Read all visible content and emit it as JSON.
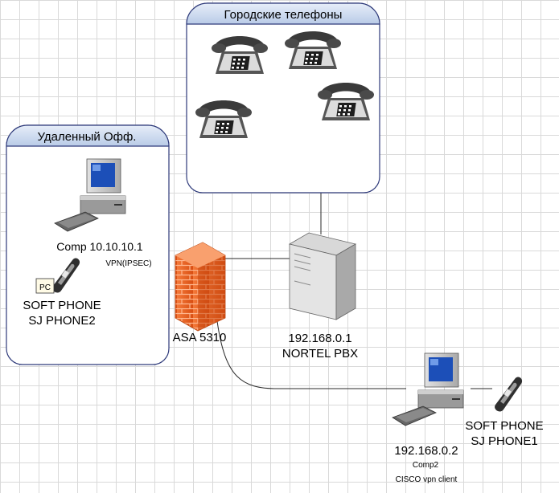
{
  "groups": {
    "city_phones": {
      "title": "Городские телефоны"
    },
    "remote_office": {
      "title": "Удаленный Офф."
    }
  },
  "nodes": {
    "remote_comp": {
      "label": "Comp 10.10.10.1"
    },
    "vpn_link": {
      "label": "VPN(IPSEC)"
    },
    "pc_tag": {
      "label": "PC"
    },
    "softphone2": {
      "line1": "SOFT PHONE",
      "line2": "SJ PHONE2"
    },
    "asa": {
      "label": "ASA 5310"
    },
    "pbx": {
      "line1": "192.168.0.1",
      "line2": "NORTEL PBX"
    },
    "comp2": {
      "ip": "192.168.0.2",
      "name": "Comp2",
      "client": "CISCO vpn client"
    },
    "softphone1": {
      "line1": "SOFT PHONE",
      "line2": "SJ PHONE1"
    }
  },
  "colors": {
    "group_header": "#c9d8ee",
    "group_border": "#2e3a7a",
    "firewall": "#f26b2a",
    "device_gray": "#bdbdbd",
    "screen_blue": "#1c4fb8"
  }
}
